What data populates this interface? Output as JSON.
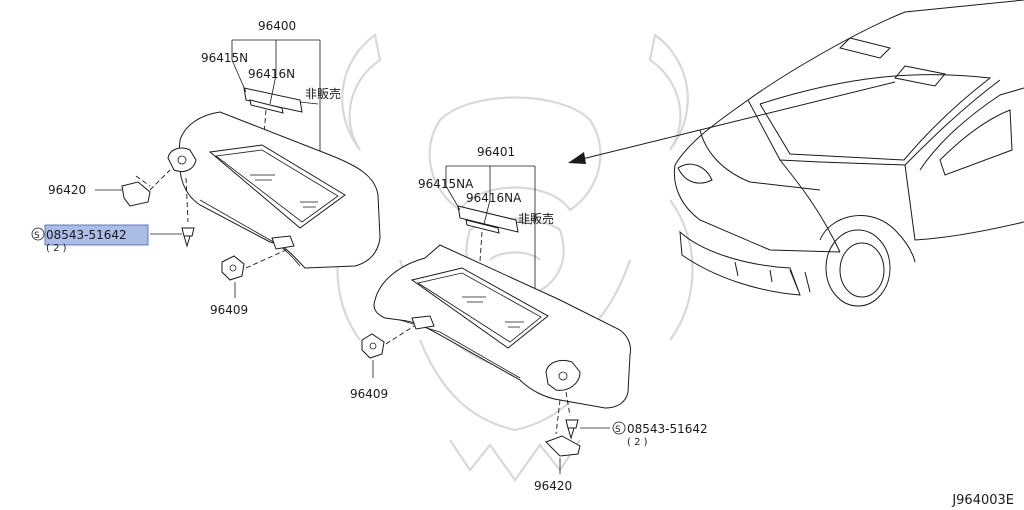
{
  "labels": {
    "visor_assy_left": "96400",
    "visor_assy_right": "96401",
    "mirror_cover_left": "96415N",
    "mirror_lid_left": "96416N",
    "mirror_cover_right": "96415NA",
    "mirror_lid_right": "96416NA",
    "not_sold_left": "非販売",
    "not_sold_right": "非販売",
    "holder_left": "96420",
    "holder_right": "96420",
    "hook_left": "96409",
    "hook_right": "96409",
    "screw_left": "08543-51642",
    "screw_right": "08543-51642",
    "screw_qty_left": "( 2 )",
    "screw_qty_right": "( 2 )",
    "screw_symbol": "S",
    "diagram_code": "J964003E"
  },
  "colors": {
    "line": "#1a1a1a",
    "watermark": "#d8d8d8",
    "highlight": "#8fa6df"
  }
}
